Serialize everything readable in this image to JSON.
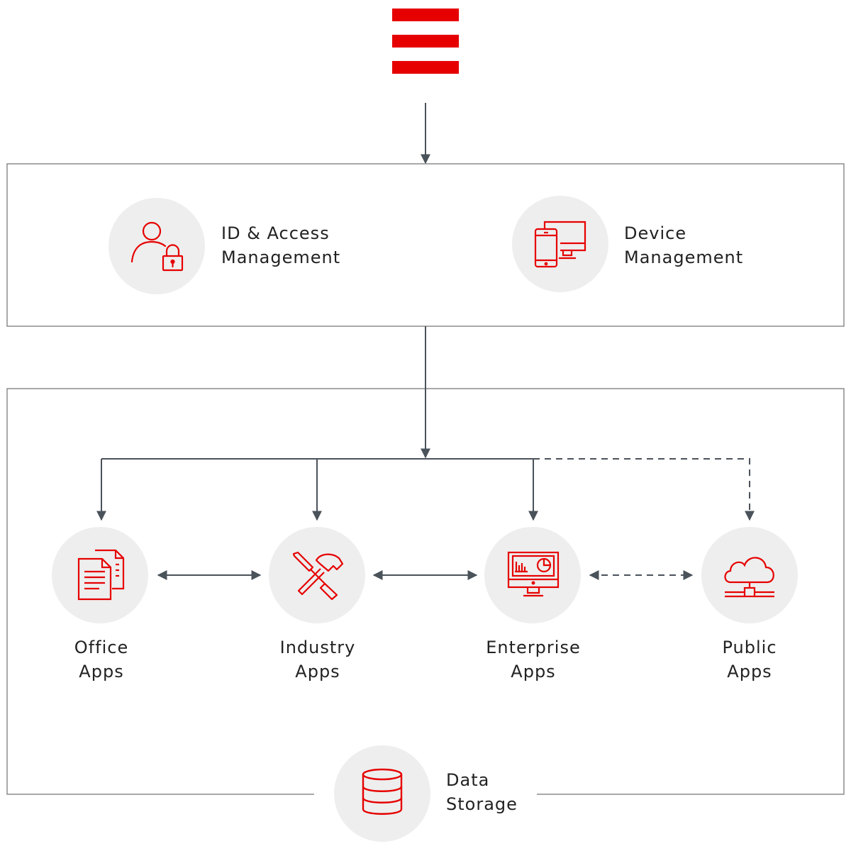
{
  "colors": {
    "accent": "#e60000",
    "line": "#4a525a",
    "box": "#8c8c8c",
    "circle": "#eeeeee",
    "text": "#222222"
  },
  "logo": {
    "icon": "hamburger-logo-icon"
  },
  "management": {
    "items": [
      {
        "icon": "user-lock-icon",
        "line1": "ID & Access",
        "line2": "Management"
      },
      {
        "icon": "devices-icon",
        "line1": "Device",
        "line2": "Management"
      }
    ]
  },
  "apps": {
    "items": [
      {
        "icon": "documents-icon",
        "line1": "Office",
        "line2": "Apps"
      },
      {
        "icon": "tools-icon",
        "line1": "Industry",
        "line2": "Apps"
      },
      {
        "icon": "dashboard-monitor-icon",
        "line1": "Enterprise",
        "line2": "Apps"
      },
      {
        "icon": "cloud-network-icon",
        "line1": "Public",
        "line2": "Apps"
      }
    ]
  },
  "storage": {
    "icon": "database-icon",
    "line1": "Data",
    "line2": "Storage"
  }
}
